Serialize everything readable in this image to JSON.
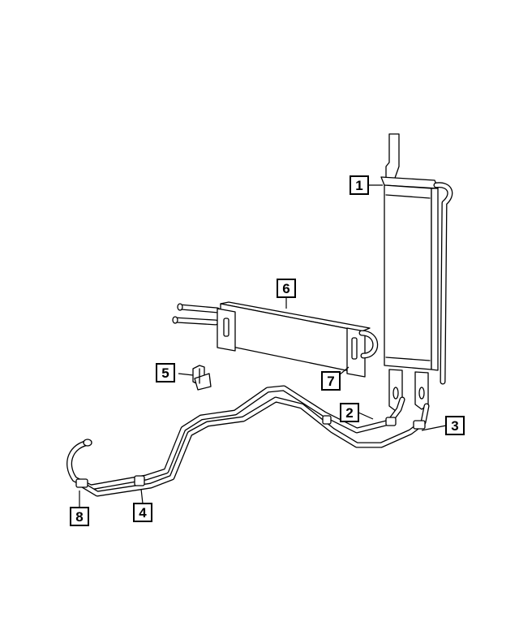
{
  "callouts": [
    {
      "id": "callout-1",
      "label": "1"
    },
    {
      "id": "callout-2",
      "label": "2"
    },
    {
      "id": "callout-3",
      "label": "3"
    },
    {
      "id": "callout-4",
      "label": "4"
    },
    {
      "id": "callout-5",
      "label": "5"
    },
    {
      "id": "callout-6",
      "label": "6"
    },
    {
      "id": "callout-7",
      "label": "7"
    },
    {
      "id": "callout-8",
      "label": "8"
    }
  ]
}
